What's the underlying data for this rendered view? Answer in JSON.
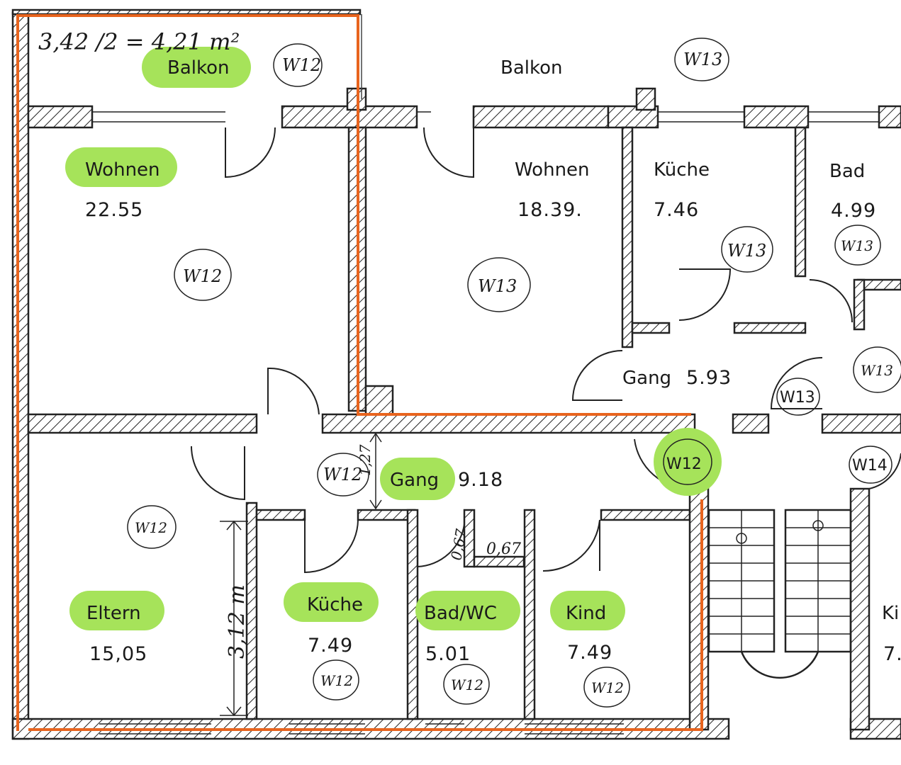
{
  "annotation_formula": "3,42 /2 = 4,21 m²",
  "rooms": {
    "balkon_w12": "Balkon",
    "balkon_w13": "Balkon",
    "wohnen_w12": {
      "name": "Wohnen",
      "area": "22.55"
    },
    "wohnen_w13": {
      "name": "Wohnen",
      "area": "18.39."
    },
    "kueche_w13": {
      "name": "Küche",
      "area": "7.46"
    },
    "bad_w13": {
      "name": "Bad",
      "area": "4.99"
    },
    "gang_w13": {
      "name": "Gang",
      "area": "5.93"
    },
    "gang_w12": {
      "name": "Gang",
      "area": "9.18"
    },
    "eltern": {
      "name": "Eltern",
      "area": "15,05"
    },
    "kueche_w12": {
      "name": "Küche",
      "area": "7.49"
    },
    "bad_wc": {
      "name": "Bad/WC",
      "area": "5.01"
    },
    "kind": {
      "name": "Kind",
      "area": "7.49"
    },
    "edge_room": {
      "name": "Ki",
      "area": "7."
    }
  },
  "unit_tags": {
    "balkon_w12": "W12",
    "balkon_w13": "W13",
    "wohnen_w12": "W12",
    "wohnen_w13": "W13",
    "kueche_w13": "W13",
    "bad_w13": "W13",
    "gang_right": "W13",
    "w13_circle": "W13",
    "w12_circle": "W12",
    "w14_circle": "W14",
    "gang_w12": "W12",
    "eltern": "W12",
    "kueche_w12": "W12",
    "bad_wc": "W12",
    "kind": "W12"
  },
  "dimensions": {
    "eltern_height": "3,12 m",
    "gang_width": "1,27",
    "bad_offset_a": "0,67",
    "bad_offset_b": "0,67"
  },
  "colors": {
    "highlight": "#a6e35a",
    "outline": "#e8641e",
    "ink": "#1a1a1a"
  }
}
